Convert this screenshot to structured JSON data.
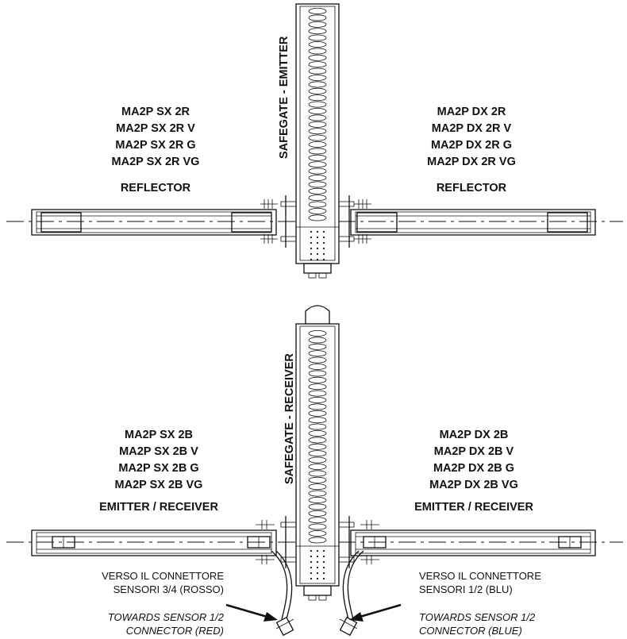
{
  "top": {
    "column_title": "SAFEGATE - EMITTER",
    "left_models": [
      "MA2P SX 2R",
      "MA2P SX 2R V",
      "MA2P SX 2R G",
      "MA2P SX 2R VG"
    ],
    "left_type": "REFLECTOR",
    "right_models": [
      "MA2P DX 2R",
      "MA2P DX 2R V",
      "MA2P DX 2R G",
      "MA2P DX 2R VG"
    ],
    "right_type": "REFLECTOR"
  },
  "bottom": {
    "column_title": "SAFEGATE - RECEIVER",
    "left_models": [
      "MA2P SX 2B",
      "MA2P SX 2B V",
      "MA2P SX 2B G",
      "MA2P SX 2B VG"
    ],
    "left_type": "EMITTER / RECEIVER",
    "right_models": [
      "MA2P DX 2B",
      "MA2P DX 2B V",
      "MA2P DX 2B G",
      "MA2P DX 2B VG"
    ],
    "right_type": "EMITTER / RECEIVER",
    "left_note_it": [
      "VERSO IL CONNETTORE",
      "SENSORI 3/4 (ROSSO)"
    ],
    "left_note_en": [
      "TOWARDS SENSOR 1/2",
      "CONNECTOR (RED)"
    ],
    "right_note_it": [
      "VERSO IL CONNETTORE",
      "SENSORI 1/2 (BLU)"
    ],
    "right_note_en": [
      "TOWARDS SENSOR 1/2",
      "CONNECTOR (BLUE)"
    ]
  }
}
